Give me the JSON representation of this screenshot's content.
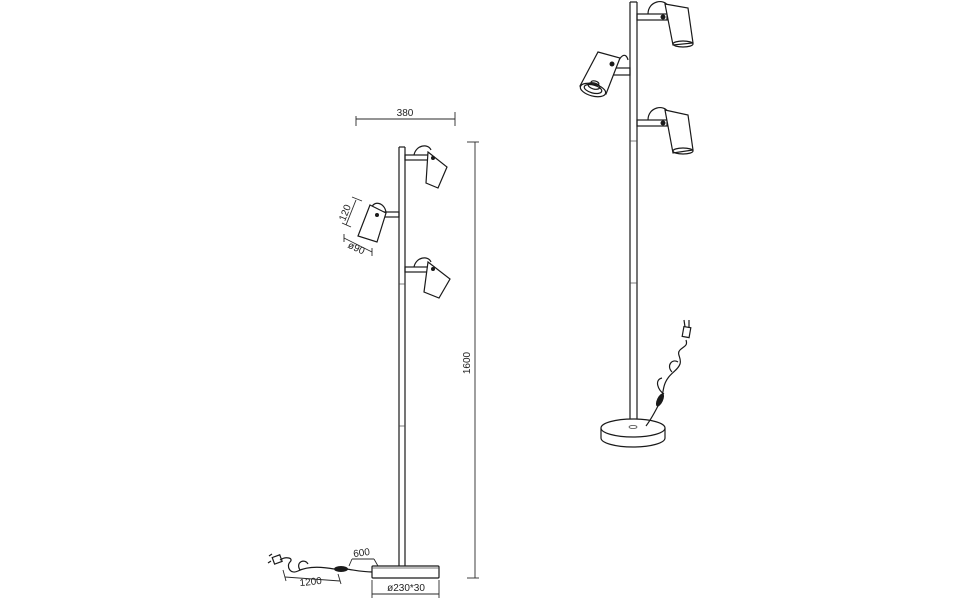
{
  "dimensions": {
    "width_label": "380",
    "height_label": "1600",
    "shade_height_label": "120",
    "shade_diameter_label": "ø90",
    "cable_switch_label": "600",
    "cable_length_label": "1200",
    "base_label": "ø230*30"
  },
  "colors": {
    "line": "#1a1a1a",
    "background": "#ffffff"
  }
}
